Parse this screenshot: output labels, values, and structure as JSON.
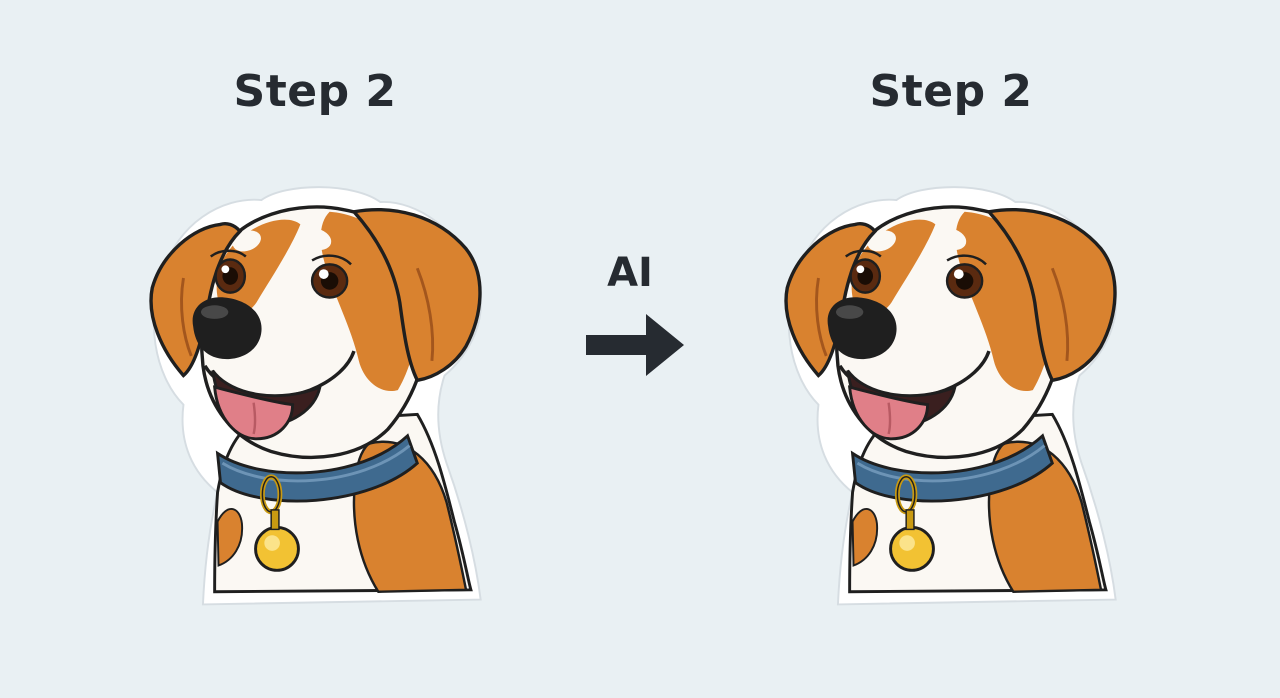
{
  "left_panel": {
    "title": "Step 2",
    "image_icon": "dog-sticker-icon"
  },
  "right_panel": {
    "title": "Step 2",
    "image_icon": "dog-sticker-icon"
  },
  "transition": {
    "label": "AI",
    "icon": "right-arrow-icon"
  },
  "colors": {
    "background": "#e9f0f3",
    "text": "#262b31",
    "fur_orange": "#d9822f",
    "fur_white": "#fbf8f3",
    "collar_blue": "#3f6a8f",
    "tag_gold": "#f2c233",
    "tongue_pink": "#e07f88"
  }
}
